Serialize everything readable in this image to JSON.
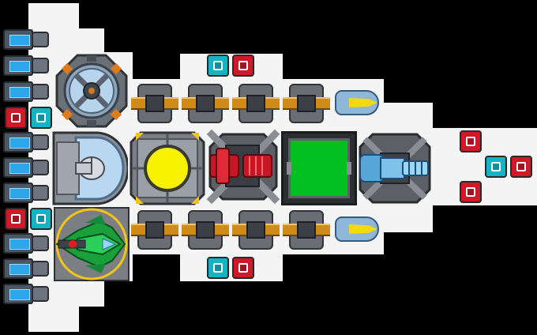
{
  "scene": {
    "type": "ship-schematic",
    "background": "#000000",
    "hull_color": "#f4f4f4"
  },
  "colors": {
    "red_block": "#d01828",
    "cyan_block": "#14b4c4",
    "green_panel": "#00c020",
    "yellow_core": "#f6f200",
    "pipe_orange": "#d08a18",
    "tank_blue": "#2ba6e8"
  },
  "modules": {
    "top_left_wheel": "wheel-module",
    "cockpit": "cockpit-module",
    "reactor": "yellow-reactor",
    "red_turret": "red-turret",
    "green_panel": "green-shield-panel",
    "engine": "blue-thruster",
    "hangar": "green-fighter"
  }
}
